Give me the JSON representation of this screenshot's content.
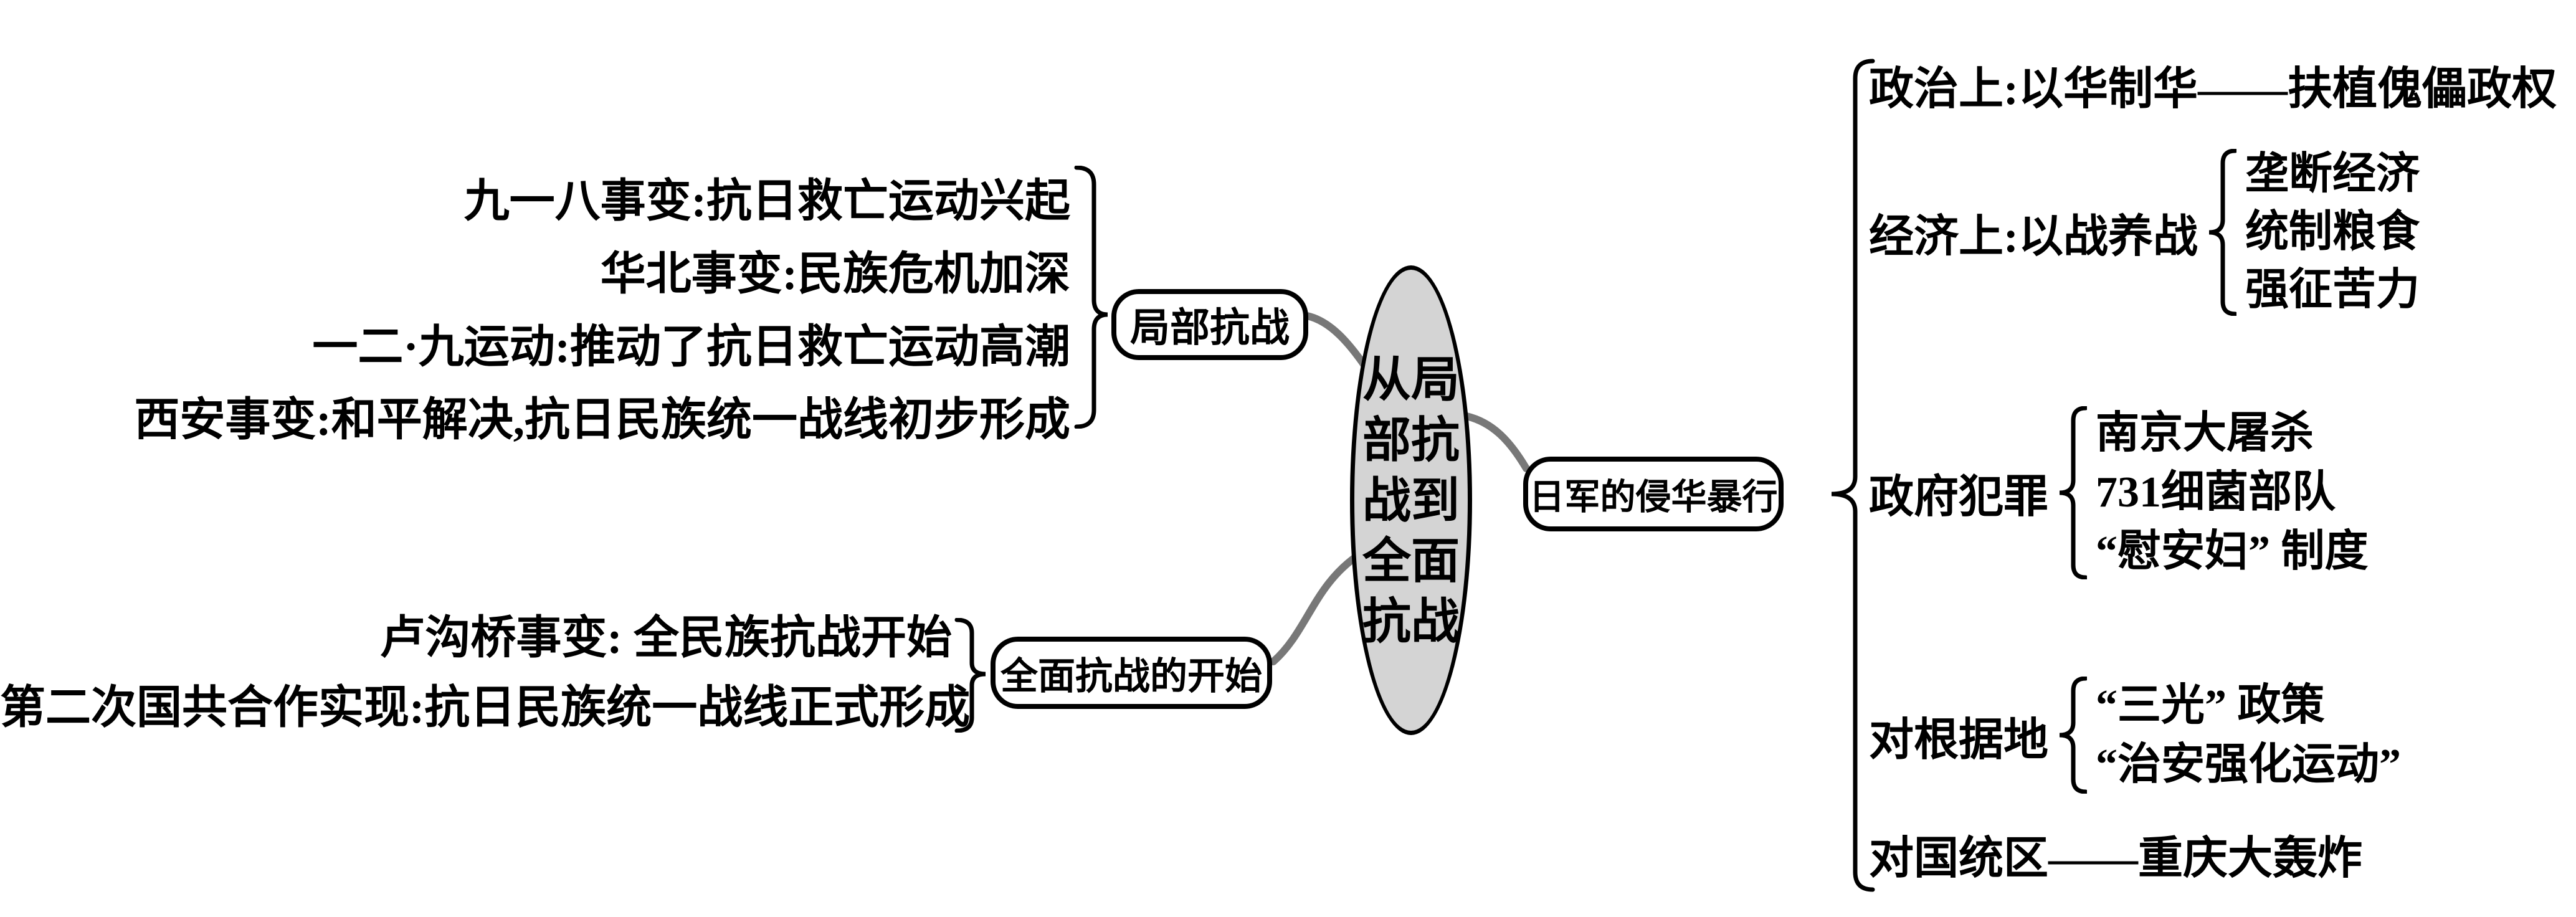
{
  "title": "从局部抗战到全面抗战",
  "center": {
    "lines": [
      "从局",
      "部抗",
      "战到",
      "全面",
      "抗战"
    ]
  },
  "left_top": {
    "box_label": "局部抗战",
    "items": [
      "九一八事变:抗日救亡运动兴起",
      "华北事变:民族危机加深",
      "一二·九运动:推动了抗日救亡运动高潮",
      "西安事变:和平解决,抗日民族统一战线初步形成"
    ]
  },
  "left_bottom": {
    "box_label": "全面抗战的开始",
    "items": [
      "卢沟桥事变: 全民族抗战开始",
      "第二次国共合作实现:抗日民族统一战线正式形成"
    ]
  },
  "right": {
    "box_label": "日军的侵华暴行",
    "branches": [
      {
        "label": "政治上:以华制华——扶植傀儡政权",
        "items": []
      },
      {
        "label": "经济上:以战养战",
        "items": [
          "垄断经济",
          "统制粮食",
          "强征苦力"
        ]
      },
      {
        "label": "政府犯罪",
        "items": [
          "南京大屠杀",
          "731细菌部队",
          "“慰安妇” 制度"
        ]
      },
      {
        "label": "对根据地",
        "items": [
          "“三光” 政策",
          "“治安强化运动”"
        ]
      },
      {
        "label": "对国统区——重庆大轰炸",
        "items": []
      }
    ]
  },
  "colors": {
    "ellipse_fill": "#d4d4d4",
    "connector": "#787878",
    "line": "#000000"
  }
}
